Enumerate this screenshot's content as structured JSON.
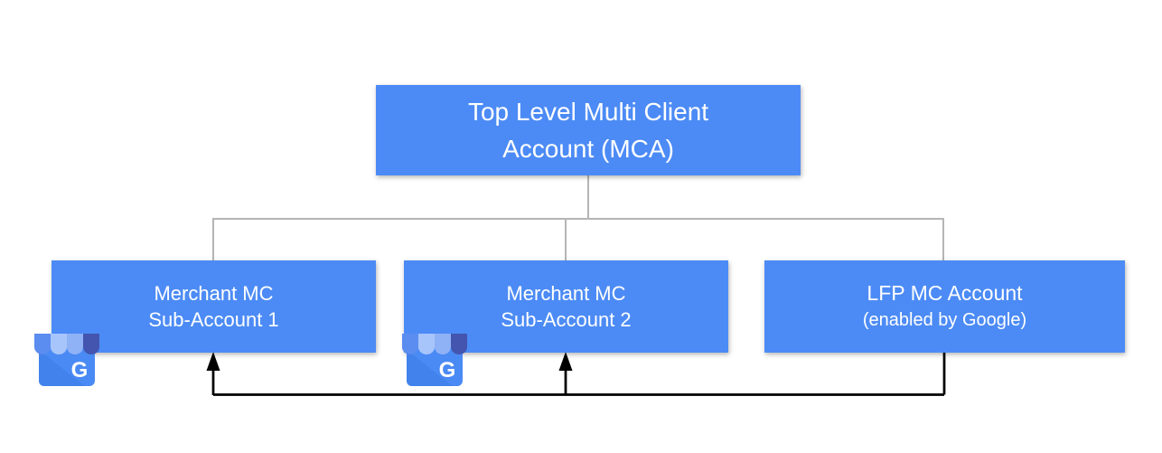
{
  "diagram": {
    "type": "org-hierarchy",
    "nodes": {
      "mca": {
        "line1": "Top Level Multi Client",
        "line2": "Account (MCA)"
      },
      "sub1": {
        "line1": "Merchant MC",
        "line2": "Sub-Account 1"
      },
      "sub2": {
        "line1": "Merchant MC",
        "line2": "Sub-Account 2"
      },
      "lfp": {
        "line1": "LFP MC Account",
        "line2": "(enabled by Google)"
      }
    },
    "edges": {
      "hierarchy": [
        {
          "from": "mca",
          "to": "sub1"
        },
        {
          "from": "mca",
          "to": "sub2"
        },
        {
          "from": "mca",
          "to": "lfp"
        }
      ],
      "flow_arrows": [
        {
          "from": "lfp",
          "to": "sub1"
        },
        {
          "from": "lfp",
          "to": "sub2"
        }
      ]
    },
    "icons": {
      "business_profile_icon": "google-business-profile-storefront",
      "business_profile_letter": "G"
    },
    "colors": {
      "node_fill": "#4C8BF5",
      "node_text": "#FFFFFF",
      "hierarchy_line": "#B5B5B5",
      "flow_line": "#000000",
      "awning_stripe_1": "#5B8CEF",
      "awning_stripe_2": "#A7C5FA",
      "awning_stripe_3": "#8FB1F5",
      "awning_stripe_4": "#4355AF",
      "storefront_body": "#4A8AF4",
      "background": "#FFFFFF"
    }
  }
}
